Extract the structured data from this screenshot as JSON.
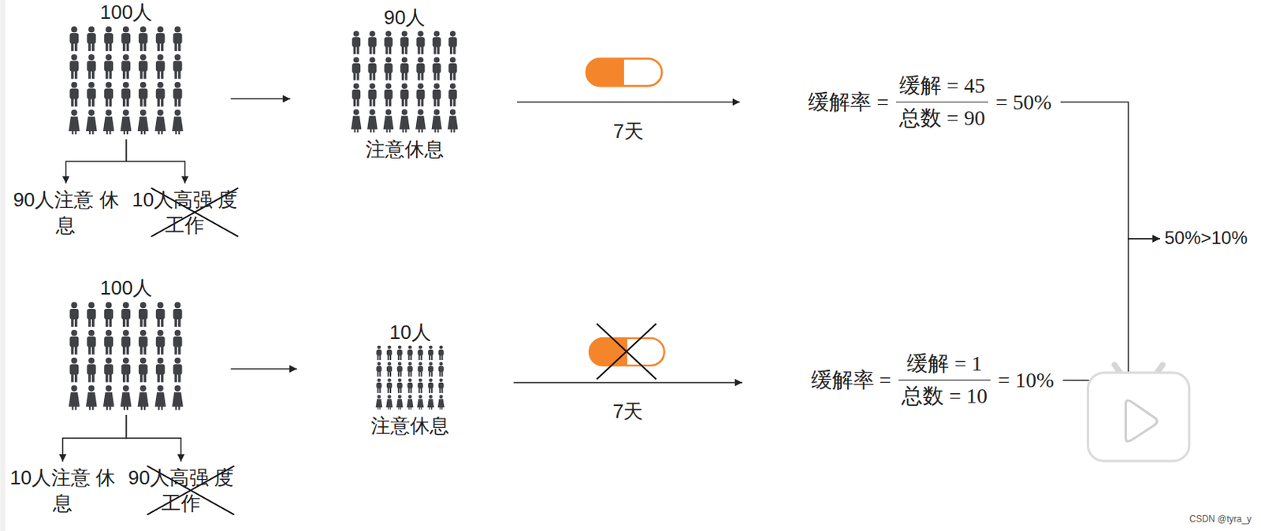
{
  "diagram": {
    "nodes": [
      {
        "text": [
          "100人"
        ]
      },
      {
        "text": [
          "90人注意 休息"
        ]
      },
      {
        "text": [
          "10人高强 度工作"
        ]
      },
      {
        "text": [
          "90人",
          "注意休息"
        ]
      },
      {
        "text": [
          "缓解率 =",
          "缓解 = 45",
          "总数 = 90",
          "= 50%"
        ]
      },
      {
        "text": [
          "50%>10%"
        ]
      },
      {
        "text": [
          "100人"
        ]
      },
      {
        "text": [
          "10人注意 休息"
        ]
      },
      {
        "text": [
          "90人高强 度工作"
        ]
      },
      {
        "text": [
          "10人",
          "注意休息"
        ]
      },
      {
        "text": [
          "缓解率 =",
          "缓解 = 1",
          "总数 = 10",
          "= 10%"
        ]
      }
    ],
    "edges": [
      {
        "from": 0,
        "to": 1,
        "arrow": "to"
      },
      {
        "from": 0,
        "to": 2,
        "arrow": "to"
      },
      {
        "from": 0,
        "to": 3,
        "arrow": "to"
      },
      {
        "from": 3,
        "to": 4,
        "label": "7天",
        "arrow": "to"
      },
      {
        "from": 4,
        "to": 5,
        "arrow": "to"
      },
      {
        "from": 6,
        "to": 7,
        "arrow": "to"
      },
      {
        "from": 6,
        "to": 8,
        "arrow": "to"
      },
      {
        "from": 6,
        "to": 9,
        "arrow": "to"
      },
      {
        "from": 9,
        "to": 10,
        "label": "7天",
        "arrow": "to"
      },
      {
        "from": 10,
        "to": 5,
        "arrow": "to"
      }
    ],
    "labels": [
      "CSDN @tyra_y"
    ]
  }
}
